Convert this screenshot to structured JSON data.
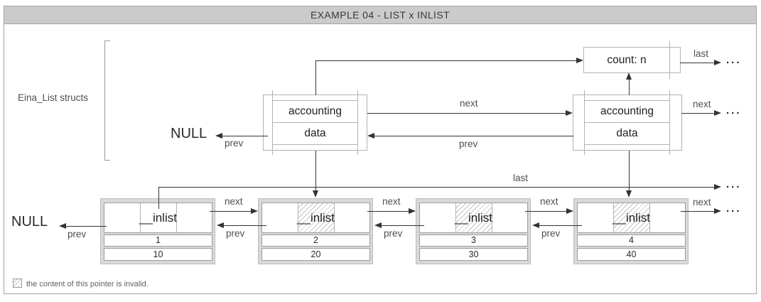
{
  "title": "EXAMPLE 04 - LIST x INLIST",
  "labels": {
    "next": "next",
    "prev": "prev",
    "last": "last",
    "ellipsis": "..."
  },
  "top_section": {
    "group_label": "Eina_List structs",
    "null_label": "NULL",
    "count_box_label": "count: n",
    "list_structs": [
      {
        "field1": "accounting",
        "field2": "data"
      },
      {
        "field1": "accounting",
        "field2": "data"
      }
    ]
  },
  "bottom_section": {
    "null_label": "NULL",
    "inlist_nodes": [
      {
        "header": "__inlist",
        "invalid_pointer": false,
        "value1": "1",
        "value2": "10"
      },
      {
        "header": "__inlist",
        "invalid_pointer": true,
        "value1": "2",
        "value2": "20"
      },
      {
        "header": "__inlist",
        "invalid_pointer": true,
        "value1": "3",
        "value2": "30"
      },
      {
        "header": "__inlist",
        "invalid_pointer": true,
        "value1": "4",
        "value2": "40"
      }
    ]
  },
  "legend": {
    "swatch": "hatched-square",
    "text": "the content of this pointer is invalid."
  },
  "colors": {
    "title_bar_bg": "#cbcbcb",
    "frame_border": "#a3a3a3",
    "box_border": "#b3b3b3",
    "node_frame_bg": "#d9d9d9",
    "cell_border": "#9c9c9c",
    "arrow": "#333333",
    "label_text": "#4f4f4f",
    "hatch_line": "#c4c4c4"
  }
}
